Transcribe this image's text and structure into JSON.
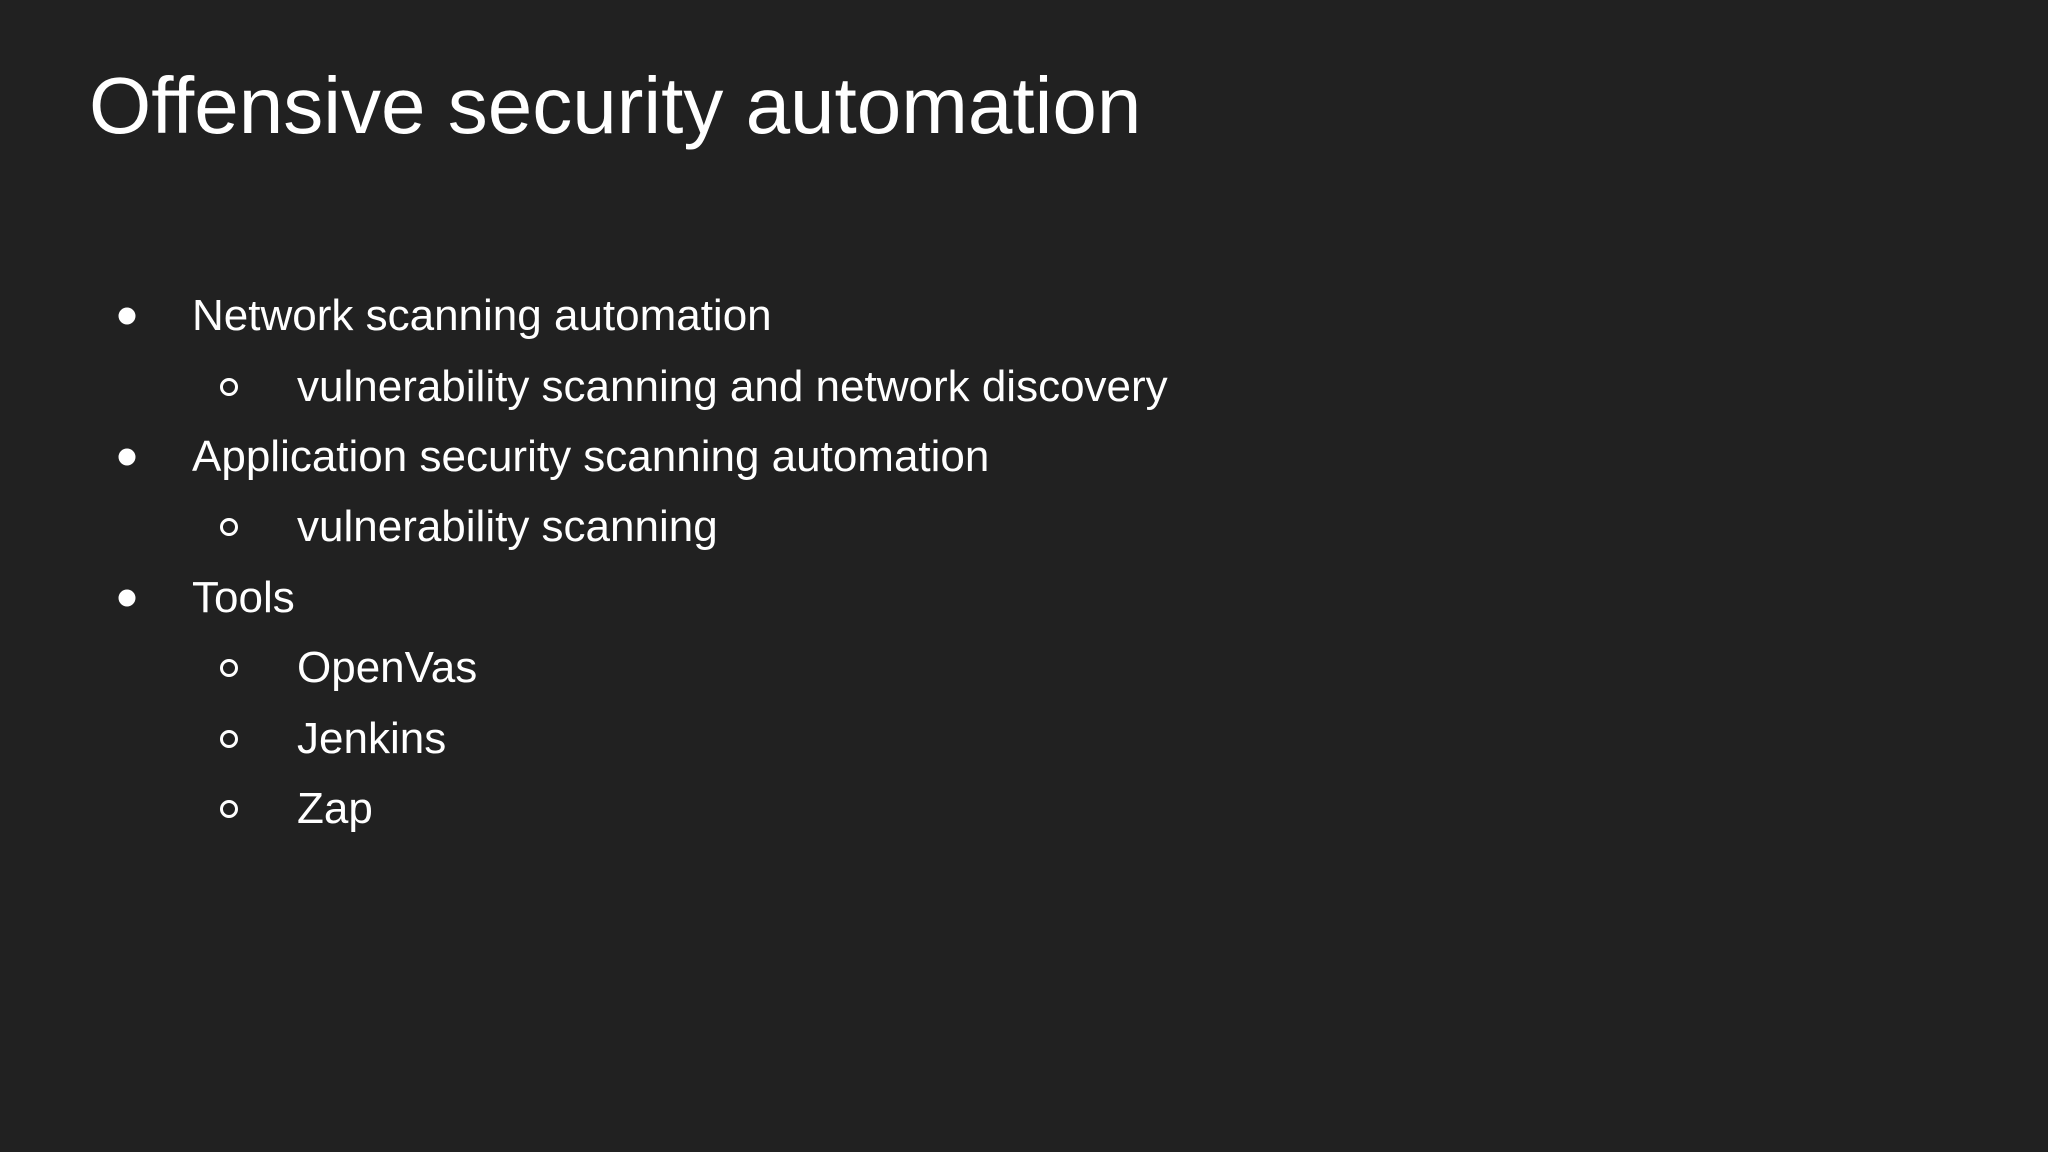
{
  "slide": {
    "title": "Offensive security automation",
    "bullets": [
      {
        "level": 1,
        "text": "Network scanning automation"
      },
      {
        "level": 2,
        "text": "vulnerability scanning and network discovery"
      },
      {
        "level": 1,
        "text": "Application security scanning automation"
      },
      {
        "level": 2,
        "text": "vulnerability scanning"
      },
      {
        "level": 1,
        "text": "Tools"
      },
      {
        "level": 2,
        "text": "OpenVas"
      },
      {
        "level": 2,
        "text": "Jenkins"
      },
      {
        "level": 2,
        "text": "Zap"
      }
    ],
    "colors": {
      "background": "#212121",
      "text": "#ffffff"
    },
    "bullet_icons": {
      "level1": "filled-circle",
      "level2": "open-circle"
    }
  }
}
